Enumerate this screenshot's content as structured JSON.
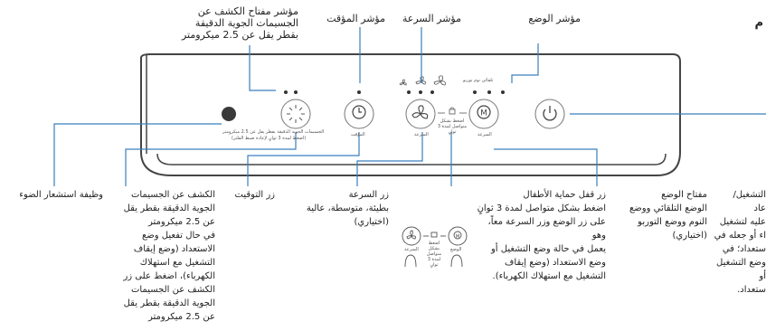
{
  "top_labels": {
    "mode_indicator": "مؤشر الوضع",
    "speed_indicator": "مؤشر السرعة",
    "timer_indicator": "مؤشر المؤقت",
    "pm_indicator": "مؤشر مفتاح الكشف عن\nالجسيمات الجوية الدقيقة\nبقطر يقل عن 2.5 ميكرومتر"
  },
  "bottom_labels": {
    "light_sensor": "وظيفة استشعار الضوء",
    "pm_button": "الكشف عن الجسيمات\nالجوية الدقيقة بقطر يقل\nعن 2.5 ميكرومتر\nفي حال تفعيل وضع\nالاستعداد (وضع إيقاف\nالتشغيل مع استهلاك\nالكهرباء)، اضغط على زر\nالكشف عن الجسيمات\nالجوية الدقيقة بقطر يقل\nعن 2.5 ميكرومتر",
    "timer_button": "زر التوقيت",
    "speed_button": "زر السرعة\nبطيئة، متوسطة، عالية\n(اختياري)",
    "child_lock": "زر قفل حماية الأطفال\nاضغط بشكل متواصل لمدة 3 ثوانٍ\nعلى زر الوضع وزر السرعة معاً، وهو\nيعمل في حالة وضع التشغيل أو\nوضع الاستعداد (وضع إيقاف\nالتشغيل مع استهلاك الكهرباء).",
    "mode_button": "مفتاح الوضع\nالوضع التلقائي ووضع\nالنوم ووضع التوربو\n(اختياري)",
    "power_button": "التشغيل/\nعاد\nعليه لتشغيل\nاء أو جعله في\nستعداد؛ في\nوضع التشغيل أو\nستعداد."
  },
  "panel_text": {
    "pm_caption": "الجسيمات الجوية الدقيقة بقطر يقل عن 2.5 ميكرومتر",
    "pm_caption2": "(اضغط لمدة 3 ثوانٍ لإعادة ضبط الفلتر)",
    "timer_caption": "المؤقت",
    "speed_caption": "السرعة",
    "mode_caption": "السرعة",
    "lock_caption": "اضغط بشكل متواصل لمدة 3 ثوانٍ",
    "mode_names": "تلقائي  نوم  توربو"
  },
  "inset": {
    "speed": "السرعة",
    "mode": "الوضع",
    "lock": "اضغط بشكل متواصل لمدة 3 ثوانٍ"
  },
  "corner_char": "م",
  "colors": {
    "outline": "#444444",
    "line": "#3a7fbf",
    "dot": "#333333",
    "sensor": "#3a3a3a"
  }
}
